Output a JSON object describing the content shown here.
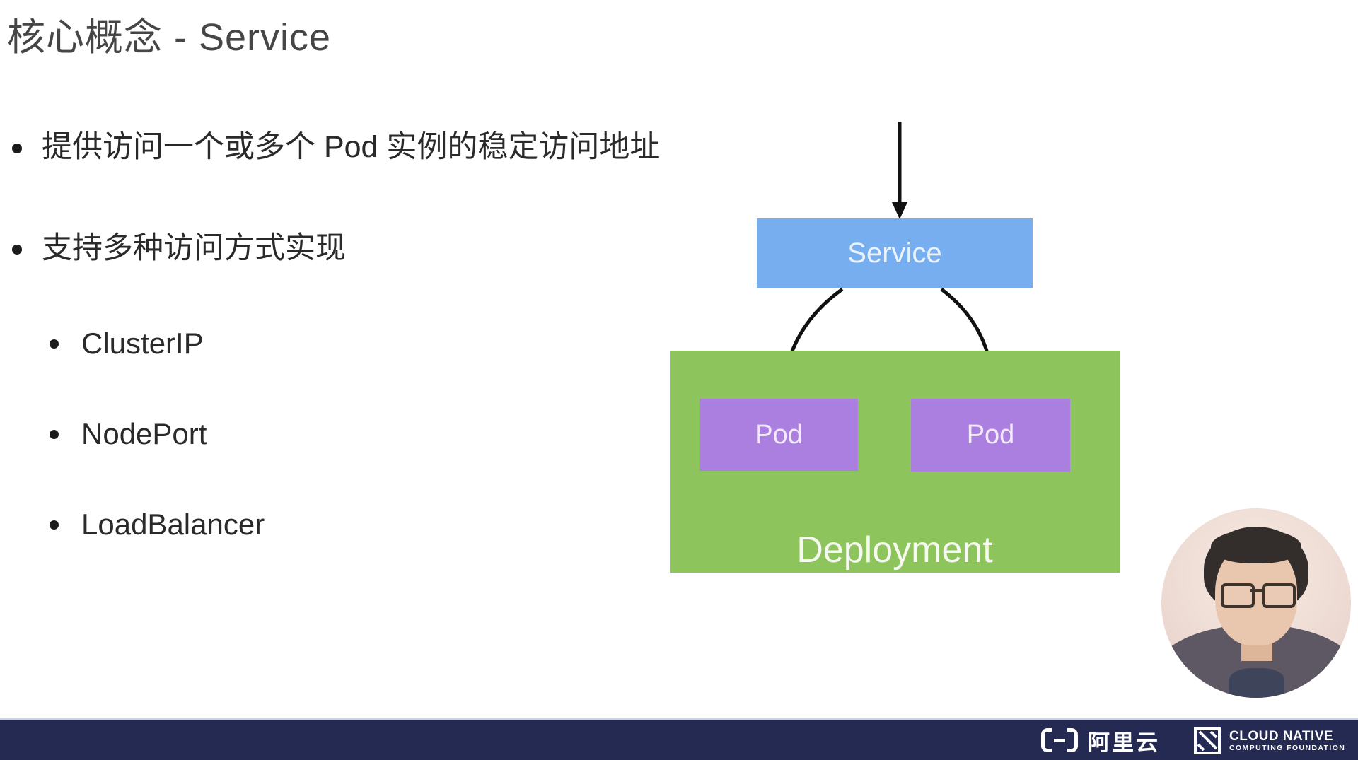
{
  "slide": {
    "title": "核心概念 - Service",
    "bullets": [
      {
        "text": "提供访问一个或多个 Pod 实例的稳定访问地址"
      },
      {
        "text": "支持多种访问方式实现"
      }
    ],
    "sub_bullets": [
      {
        "text": "ClusterIP"
      },
      {
        "text": "NodePort"
      },
      {
        "text": "LoadBalancer"
      }
    ]
  },
  "diagram": {
    "service_label": "Service",
    "pods": [
      "Pod",
      "Pod"
    ],
    "deployment_label": "Deployment",
    "colors": {
      "service_box": "#76aef0",
      "pod_box": "#ab7fdf",
      "deployment_box": "#8dc45c",
      "arrow": "#111111"
    }
  },
  "footer": {
    "bar_color": "#242a52",
    "alibaba": {
      "name": "阿里云"
    },
    "cncf": {
      "line1": "CLOUD NATIVE",
      "line2": "COMPUTING FOUNDATION"
    }
  }
}
